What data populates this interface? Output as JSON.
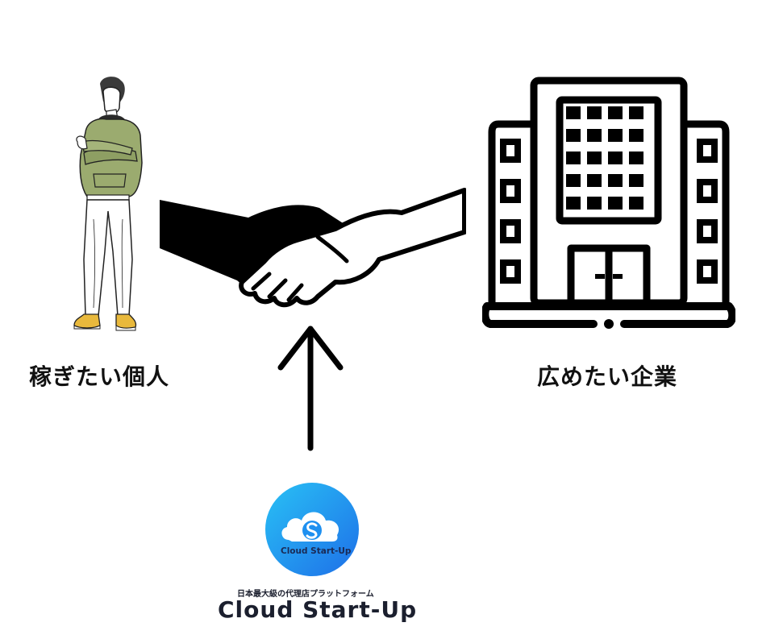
{
  "left_label": "稼ぎたい個人",
  "right_label": "広めたい企業",
  "logo": {
    "badge_text": "Cloud Start-Up",
    "tagline": "日本最大級の代理店プラットフォーム",
    "name": "Cloud Start-Up"
  },
  "icons": {
    "person": "person-illustration",
    "handshake": "handshake-icon",
    "building": "office-building-icon",
    "arrow": "arrow-up-icon"
  },
  "colors": {
    "text": "#111111",
    "hoodie": "#9bab6f",
    "shoes": "#e9b93c",
    "logo_blue": "#1e90f0",
    "logo_cyan": "#29c1f5",
    "brand_text": "#1b1f2e"
  }
}
